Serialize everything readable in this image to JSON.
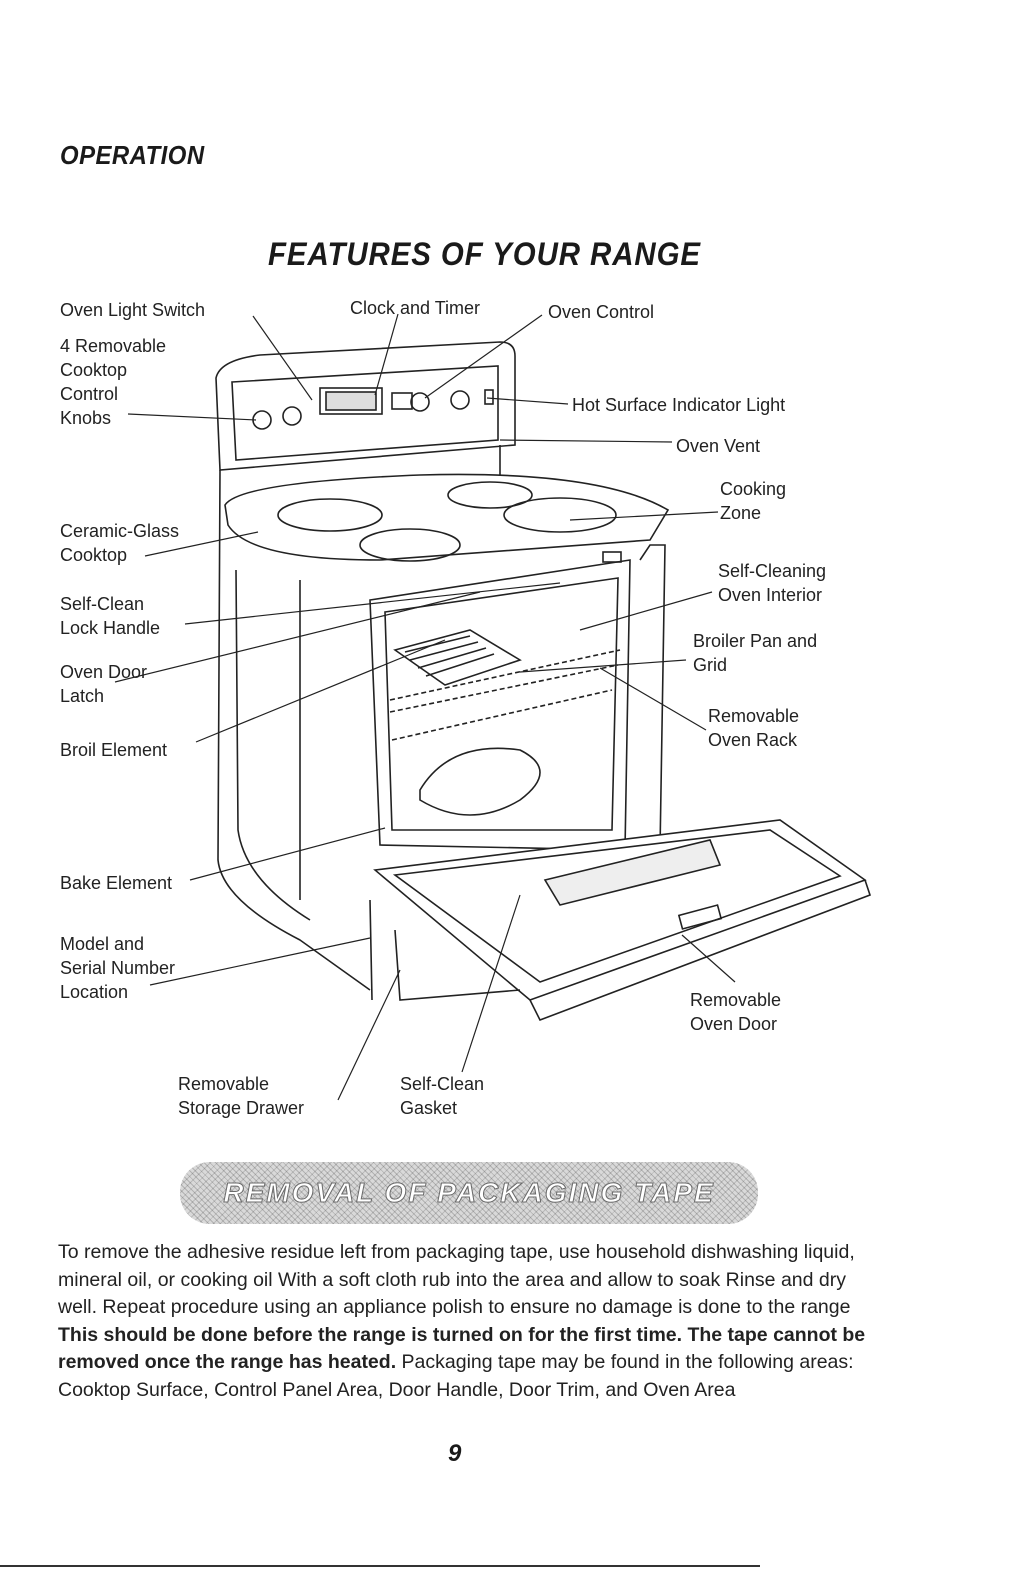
{
  "header": {
    "section": "OPERATION"
  },
  "title": "FEATURES OF YOUR RANGE",
  "labels": {
    "oven_light_switch": "Oven Light Switch",
    "clock_timer": "Clock and Timer",
    "oven_control": "Oven Control",
    "cooktop_knobs": "4 Removable\nCooktop\nControl\nKnobs",
    "hot_surface": "Hot Surface Indicator Light",
    "oven_vent": "Oven Vent",
    "cooking_zone": "Cooking\nZone",
    "ceramic_glass": "Ceramic-Glass\nCooktop",
    "self_cleaning_interior": "Self-Cleaning\nOven Interior",
    "self_clean_lock": "Self-Clean\nLock Handle",
    "broiler_pan": "Broiler Pan and\nGrid",
    "oven_door_latch": "Oven Door\nLatch",
    "removable_rack": "Removable\nOven Rack",
    "broil_element": "Broil Element",
    "bake_element": "Bake Element",
    "model_serial": "Model and\nSerial Number\nLocation",
    "removable_door": "Removable\nOven Door",
    "storage_drawer": "Removable\nStorage Drawer",
    "gasket": "Self-Clean\nGasket"
  },
  "banner": "REMOVAL OF PACKAGING TAPE",
  "paragraph": {
    "part1": "To remove the adhesive residue left from packaging tape, use household dishwashing liquid, mineral oil, or cooking oil With a soft cloth rub into the area and allow to soak Rinse and dry well. Repeat procedure using an appliance polish to ensure no damage is done to the range ",
    "bold": "This should be done before the range is turned on for the first time. The tape cannot be removed once the range has heated.",
    "part2": " Packaging tape may be found in the following areas: Cooktop Surface, Control Panel Area, Door Handle, Door Trim, and Oven Area"
  },
  "page_number": "9"
}
